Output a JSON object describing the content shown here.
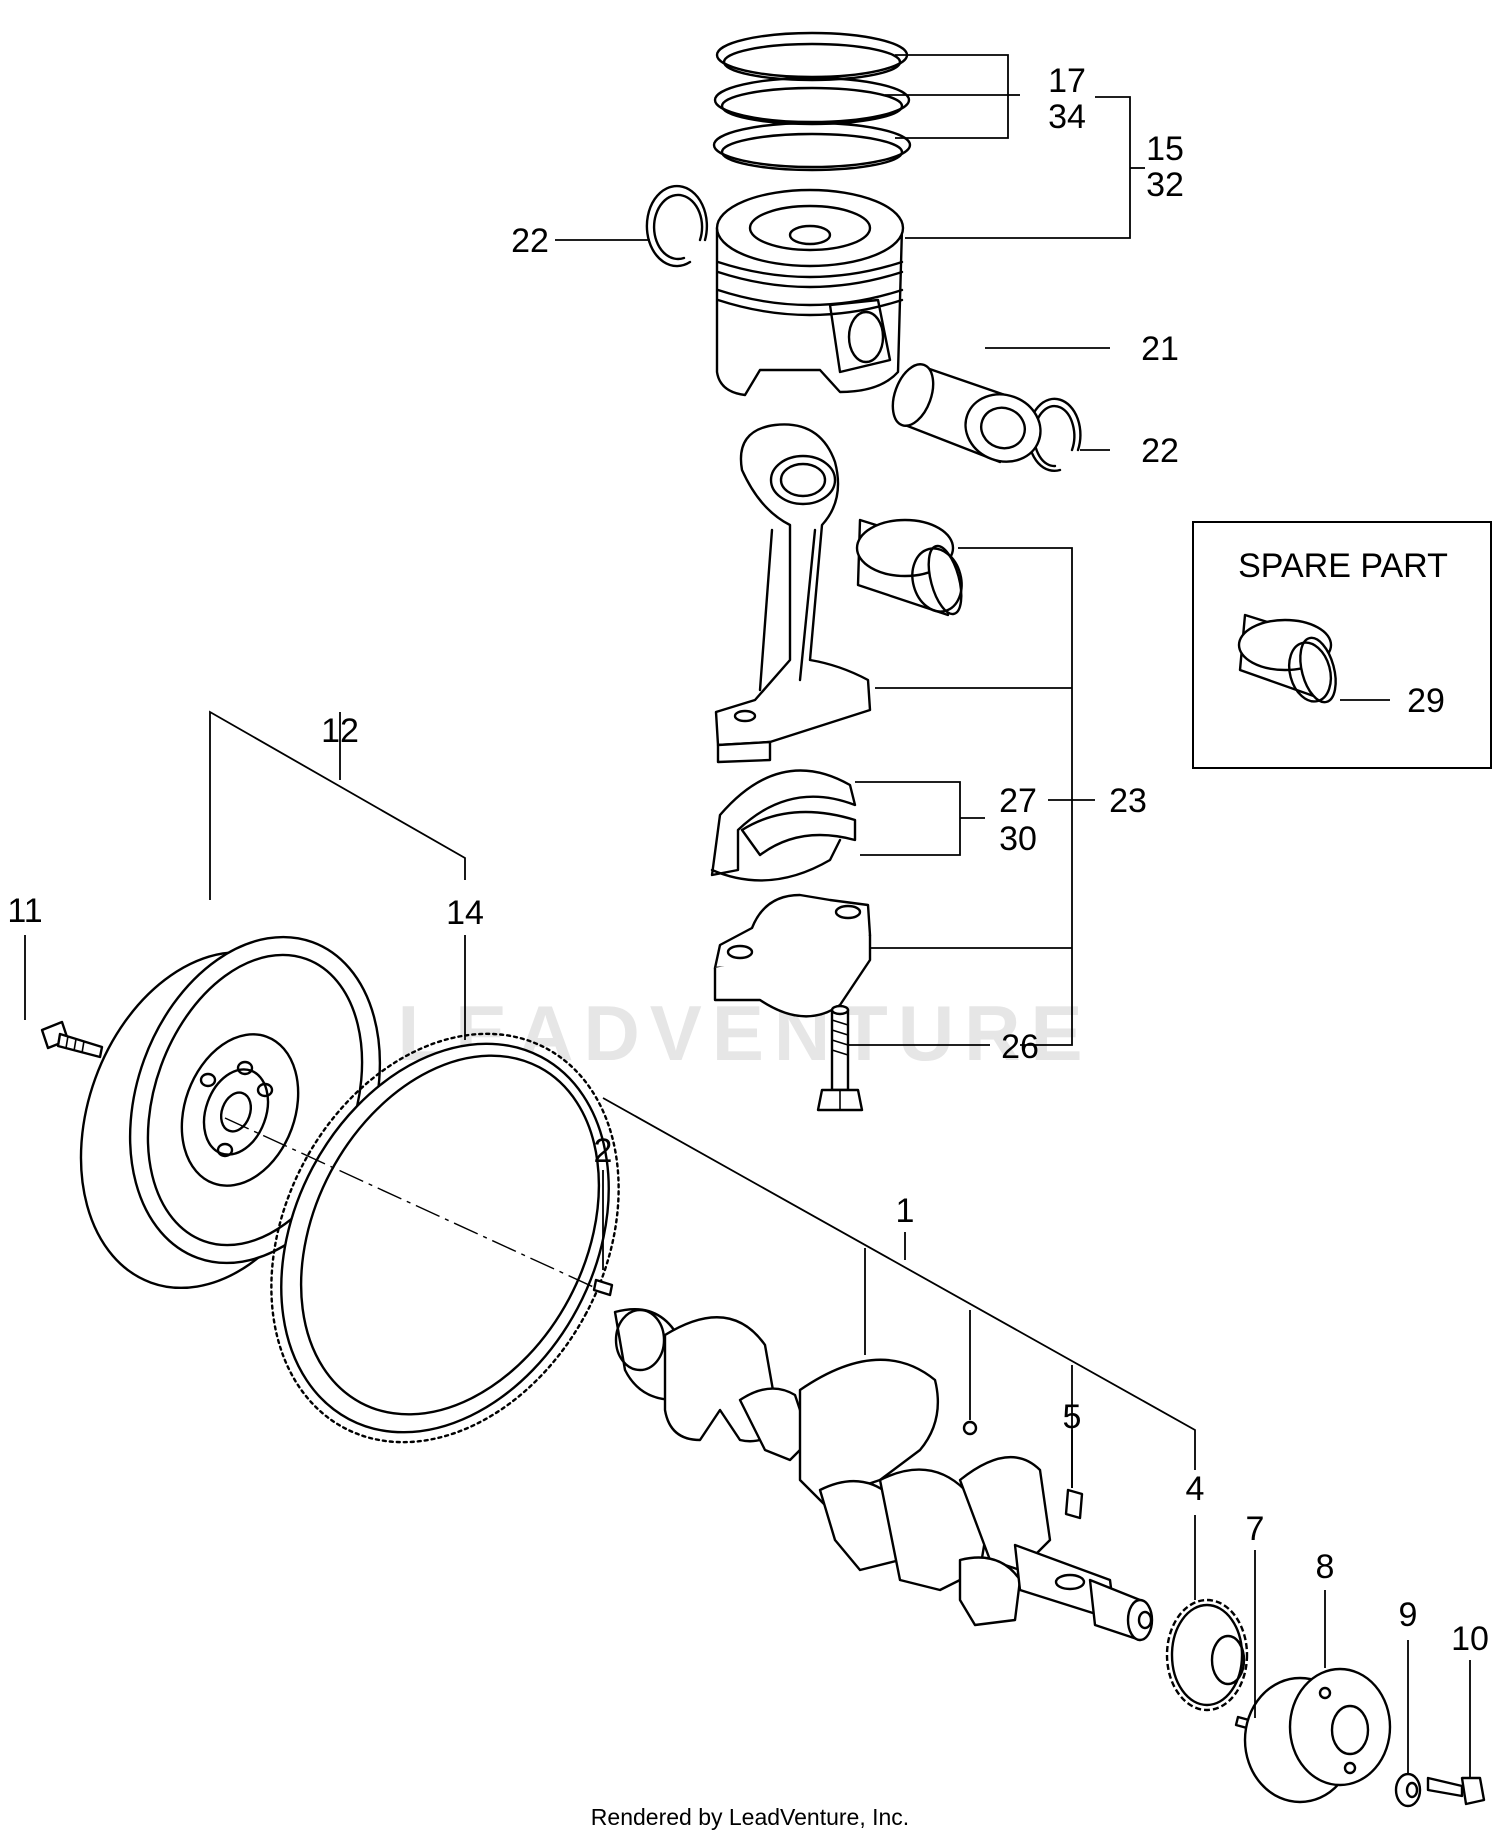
{
  "watermark": "LEADVENTURE",
  "footer": "Rendered by LeadVenture, Inc.",
  "spare_box": {
    "title": "SPARE PART",
    "label": "29"
  },
  "callouts": {
    "c1": "1",
    "c2": "2",
    "c4": "4",
    "c5": "5",
    "c7": "7",
    "c8": "8",
    "c9": "9",
    "c10": "10",
    "c11": "11",
    "c12": "12",
    "c14": "14",
    "c15": "15",
    "c17": "17",
    "c21": "21",
    "c22a": "22",
    "c22b": "22",
    "c23": "23",
    "c26": "26",
    "c27": "27",
    "c30": "30",
    "c32": "32",
    "c34": "34"
  }
}
